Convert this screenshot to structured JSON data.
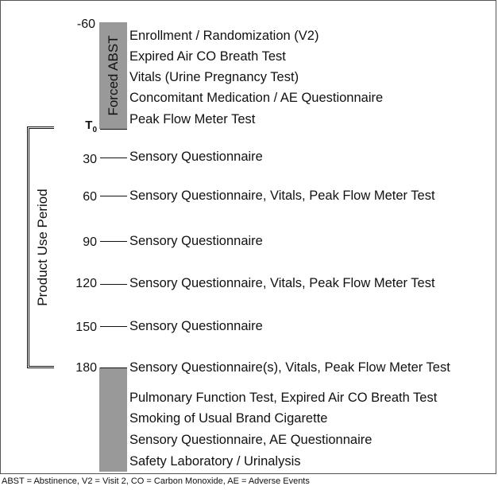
{
  "diagram": {
    "forced_label": "Forced ABST",
    "product_use_label": "Product Use Period",
    "time_labels": {
      "m60": "-60",
      "t0_main": "T",
      "t0_sub": "0",
      "t30": "30",
      "t60": "60",
      "t90": "90",
      "t120": "120",
      "t150": "150",
      "t180": "180"
    },
    "pre_items": [
      "Enrollment / Randomization (V2)",
      "Expired Air CO Breath Test",
      "Vitals (Urine Pregnancy Test)",
      "Concomitant Medication / AE Questionnaire",
      "Peak Flow Meter Test"
    ],
    "timepoint_items": {
      "t30": "Sensory Questionnaire",
      "t60": "Sensory Questionnaire, Vitals, Peak Flow Meter Test",
      "t90": "Sensory Questionnaire",
      "t120": "Sensory Questionnaire, Vitals, Peak Flow Meter Test",
      "t150": "Sensory Questionnaire",
      "t180": "Sensory Questionnaire(s), Vitals, Peak Flow Meter Test"
    },
    "post_items": [
      "Pulmonary Function Test, Expired Air CO Breath Test",
      "Smoking of Usual Brand Cigarette",
      "Sensory Questionnaire, AE Questionnaire",
      "Safety Laboratory / Urinalysis"
    ]
  },
  "footnote": "ABST = Abstinence, V2 = Visit 2, CO = Carbon Monoxide, AE = Adverse Events"
}
